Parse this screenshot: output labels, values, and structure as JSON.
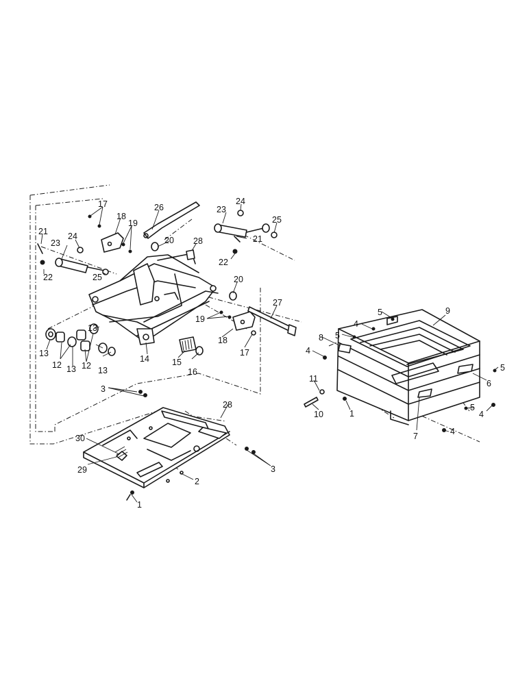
{
  "callouts": {
    "c1a": "1",
    "c1b": "1",
    "c2": "2",
    "c3a": "3",
    "c3b": "3",
    "c4a": "4",
    "c4b": "4",
    "c4c": "4",
    "c4d": "4",
    "c5a": "5",
    "c5b": "5",
    "c5c": "5",
    "c5d": "5",
    "c6": "6",
    "c7": "7",
    "c8": "8",
    "c9": "9",
    "c10": "10",
    "c11": "11",
    "c12a": "12",
    "c12b": "12",
    "c13a": "13",
    "c13b": "13",
    "c13c": "13",
    "c13d": "13",
    "c14": "14",
    "c15": "15",
    "c16": "16",
    "c17a": "17",
    "c17b": "17",
    "c18a": "18",
    "c18b": "18",
    "c19a": "19",
    "c19b": "19",
    "c20a": "20",
    "c20b": "20",
    "c21a": "21",
    "c21b": "21",
    "c22a": "22",
    "c22b": "22",
    "c23a": "23",
    "c23b": "23",
    "c24a": "24",
    "c24b": "24",
    "c25a": "25",
    "c25b": "25",
    "c26": "26",
    "c27": "27",
    "c28a": "28",
    "c28b": "28",
    "c29": "29",
    "c30": "30"
  }
}
